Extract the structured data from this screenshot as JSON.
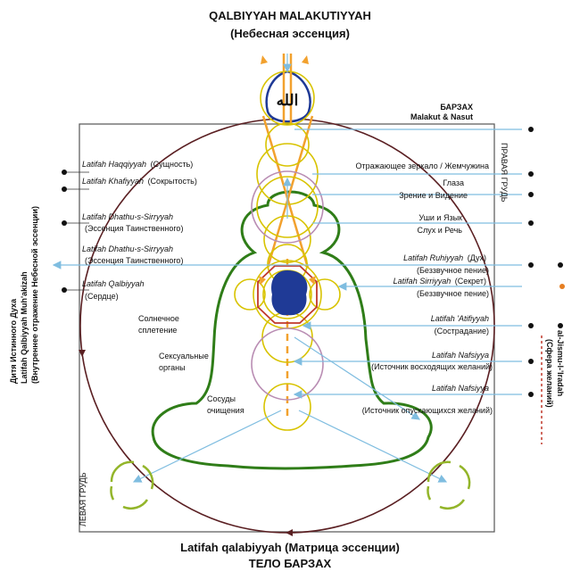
{
  "header": {
    "title": "QALBIYYAH MALAKUTIYYAH",
    "subtitle": "(Небесная эссенция)"
  },
  "footer": {
    "title": "Latifah qalabiyyah (Матрица эссенции)",
    "subtitle": "ТЕЛО БАРЗАХ"
  },
  "top_right": {
    "barzakh": "БАРЗАХ",
    "malakut": "Malakut & Nasut"
  },
  "side_labels": {
    "right_breast": "ПРАВАЯ ГРУДЬ",
    "left_breast": "ЛЕВАЯ ГРУДЬ"
  },
  "left_vertical": {
    "line1": "Дитя Истинного Духа",
    "line2": "Latifah Qalbiyyah Muh'akizah",
    "line3": "(Внутреннее отражение Небесной эссенции)"
  },
  "right_vertical": {
    "line1": "al-Jismu-l-'Iradah",
    "line2": "(Сфера желаний)"
  },
  "head_glyph": "الله",
  "left_labels": [
    {
      "name": "Latifah Haqqiyyah",
      "desc": "(Сущность)"
    },
    {
      "name": "Latifah Khafiyyah",
      "desc": "(Сокрытость)"
    },
    {
      "name": "Latifah Dhathu-s-Sirryyah",
      "desc": "(Эссенция Таинственного)"
    },
    {
      "name": "Latifah Dhathu-s-Sirryyah",
      "desc": "(Эссенция Таинственного)"
    },
    {
      "name": "Latifah Qalbiyyah",
      "desc": "(Сердце)"
    }
  ],
  "right_labels": [
    {
      "line1": "Отражающее зеркало / Жемчужина",
      "line2": ""
    },
    {
      "line1": "Глаза",
      "line2": "Зрение и Видение"
    },
    {
      "line1": "Уши и Язык",
      "line2": "Слух и Речь"
    },
    {
      "name": "Latifah Ruhiyyah",
      "desc": "(Дух)",
      "line2": "(Беззвучное пение)"
    },
    {
      "name": "Latifah Sirriyyah",
      "desc": "(Секрет)",
      "line2": "(Беззвучное пение)"
    },
    {
      "name": "Latifah 'Atifiyyah",
      "desc": "",
      "line2": "(Сострадание)"
    },
    {
      "name": "Latifah Nafsiyya",
      "desc": "",
      "line2": "(Источник восходящих желаний)"
    },
    {
      "name": "Latifah Nafsiyya",
      "desc": "",
      "line2": "(Источник опускающихся желаний)"
    }
  ],
  "body_labels": {
    "solar_1": "Солнечное",
    "solar_2": "сплетение",
    "sexual_1": "Сексуальные",
    "sexual_2": "органы",
    "vessels_1": "Сосуды",
    "vessels_2": "очищения"
  },
  "colors": {
    "outer_circle": "#5a1f22",
    "body_outline": "#2f7d18",
    "yellow_circles": "#d8c300",
    "pink_circles": "#b98db3",
    "orange_lines": "#f2a12e",
    "arrows": "#7fbde0",
    "heart_fill": "#1f3a96",
    "heart_octagon": "#c0392b",
    "head_outline": "#1f3a96",
    "spine_dash": "#f29a00",
    "spiral_green": "#93b52a"
  }
}
